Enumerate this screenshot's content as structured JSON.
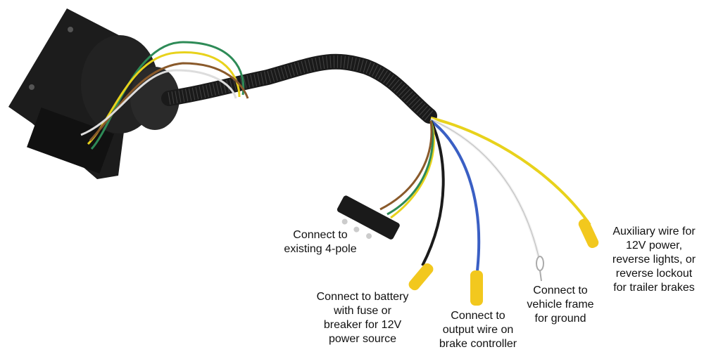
{
  "labels": {
    "four_pole": [
      "Connect to",
      "existing 4-pole"
    ],
    "battery": [
      "Connect to battery",
      "with fuse or",
      "breaker for 12V",
      "power source"
    ],
    "brake_controller": [
      "Connect to",
      "output wire on",
      "brake controller"
    ],
    "ground": [
      "Connect to",
      "vehicle frame",
      "for ground"
    ],
    "auxiliary": [
      "Auxiliary wire for",
      "12V power,",
      "reverse lights, or",
      "reverse lockout",
      "for trailer brakes"
    ]
  },
  "colors": {
    "yellow": "#e8d21c",
    "blue": "#3a5fc4",
    "white": "#f2f2f2",
    "black": "#1b1b1b",
    "brown": "#8a5a2b",
    "green": "#2e8b57",
    "connector": "#f2c81e"
  }
}
